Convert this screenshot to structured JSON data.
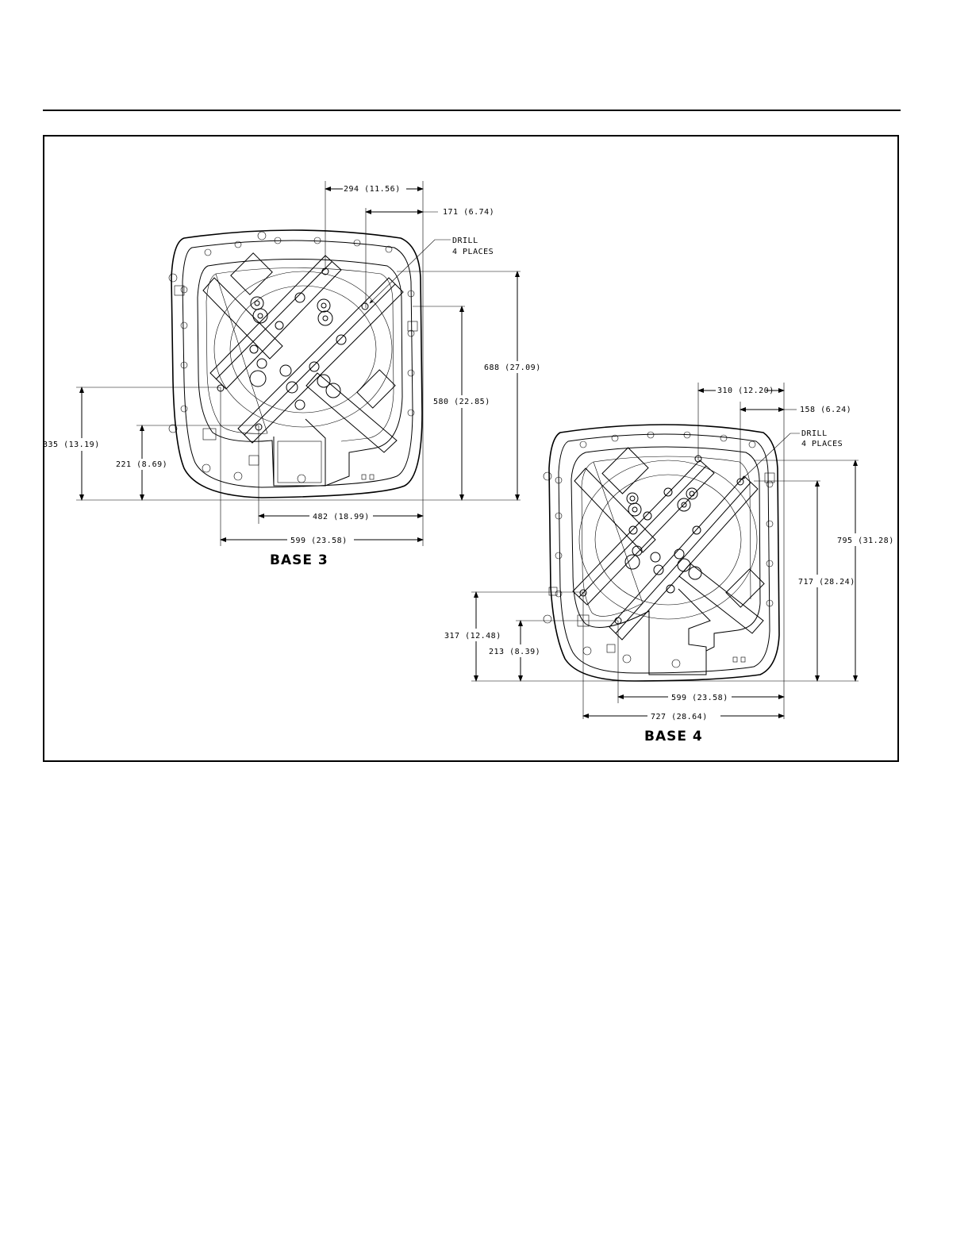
{
  "figure": {
    "base3": {
      "title": "BASE 3",
      "note_line1": "DRILL",
      "note_line2": "4 PLACES",
      "dims": {
        "top_width": "294 (11.56)",
        "top_offset": "171 (6.74)",
        "right_overall": "688 (27.09)",
        "right_inner": "580 (22.85)",
        "left_overall": "335 (13.19)",
        "left_inner": "221 (8.69)",
        "bottom_inner": "482 (18.99)",
        "bottom_overall": "599 (23.58)"
      }
    },
    "base4": {
      "title": "BASE 4",
      "note_line1": "DRILL",
      "note_line2": "4 PLACES",
      "dims": {
        "top_width": "310 (12.20)",
        "top_offset": "158 (6.24)",
        "right_overall": "795 (31.28)",
        "right_inner": "717 (28.24)",
        "left_overall": "317 (12.48)",
        "left_inner": "213 (8.39)",
        "bottom_inner": "599 (23.58)",
        "bottom_overall": "727 (28.64)"
      }
    }
  }
}
